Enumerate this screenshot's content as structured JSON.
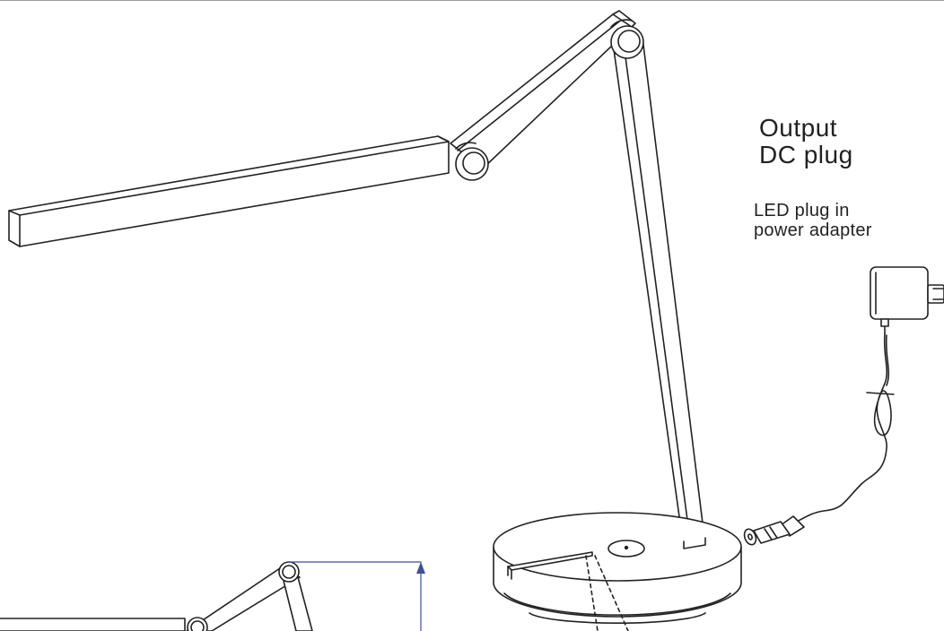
{
  "labels": {
    "output": [
      "Output",
      "DC plug"
    ],
    "led": [
      "LED plug in",
      "power adapter"
    ]
  },
  "colors": {
    "line": "#222222",
    "dimension": "#3b4f9a",
    "background": "#ffffff"
  }
}
